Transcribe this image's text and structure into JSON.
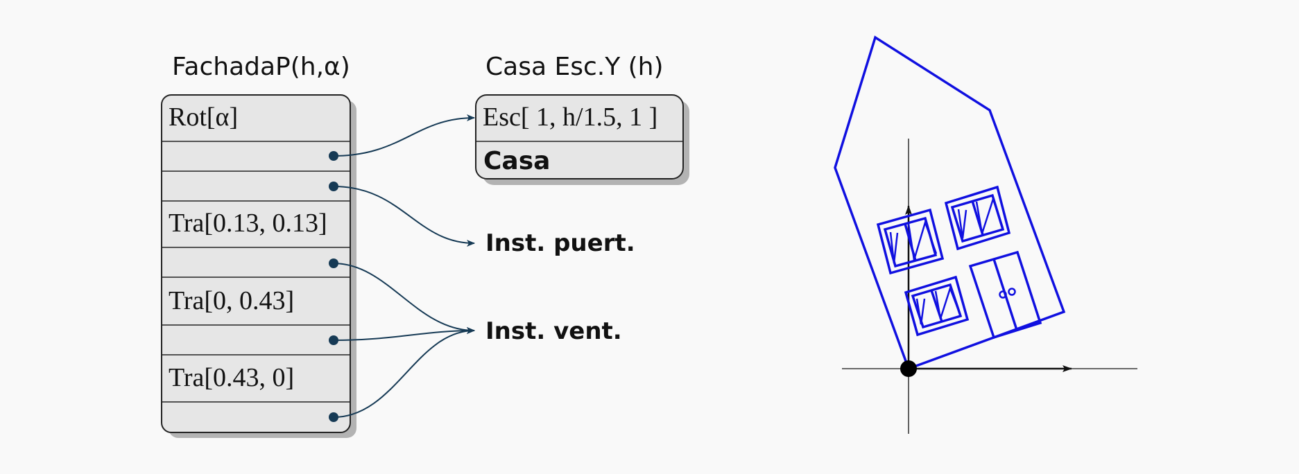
{
  "left_node": {
    "title": "FachadaP(h,α)",
    "rows": [
      {
        "label": "Rot[α]"
      },
      {
        "label": ""
      },
      {
        "label": ""
      },
      {
        "label": "Tra[0.13, 0.13]"
      },
      {
        "label": ""
      },
      {
        "label": "Tra[0, 0.43]"
      },
      {
        "label": ""
      },
      {
        "label": "Tra[0.43, 0]"
      },
      {
        "label": ""
      }
    ]
  },
  "right_node": {
    "title": "Casa Esc.Y (h)",
    "rows": [
      {
        "label": "Esc[ 1, h/1.5, 1 ]"
      },
      {
        "label": "Casa"
      }
    ]
  },
  "targets": {
    "door": "Inst. puert.",
    "window": "Inst. vent."
  },
  "colors": {
    "house": "#1010e0",
    "connector": "#163a55",
    "node_fill": "#e6e6e6",
    "shadow": "#b3b3b3"
  }
}
